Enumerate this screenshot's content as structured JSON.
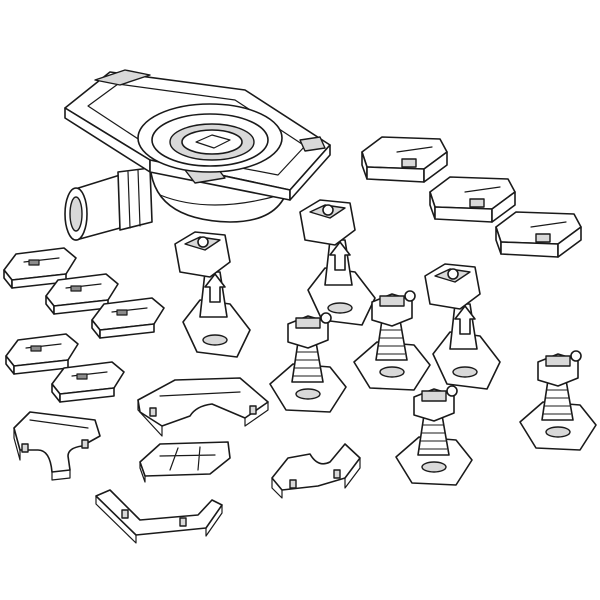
{
  "figure": {
    "background": "#ffffff",
    "line_color": "#1a1a1a",
    "shade_color": "#d9d9d9"
  },
  "parts": {
    "drain_body": {
      "count": 1
    },
    "height_blocks": {
      "count": 3
    },
    "adjustable_feet_with_arrow": {
      "count": 3
    },
    "adjustable_feet_screw": {
      "count": 4
    },
    "small_spacers": {
      "count": 5
    },
    "base_frames": {
      "count": 5
    }
  }
}
